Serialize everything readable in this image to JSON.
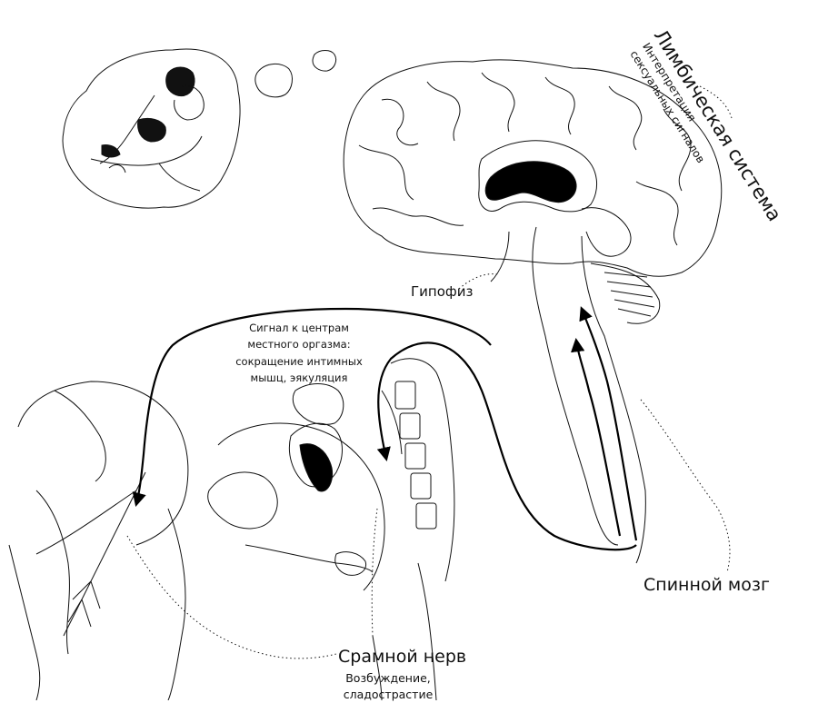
{
  "labels": {
    "limbic_title": "Лимбическая система",
    "limbic_line1": "Интерпретация",
    "limbic_line2": "сексуальных сигналов",
    "pituitary": "Гипофиз",
    "signal_line1": "Сигнал к центрам",
    "signal_line2": "местного оргазма:",
    "signal_line3": "сокращение интимных",
    "signal_line4": "мышц, эякуляция",
    "spinal_cord": "Спинной мозг",
    "pudendal_nerve": "Срамной нерв",
    "pudendal_line1": "Возбуждение,",
    "pudendal_line2": "сладострастие"
  },
  "colors": {
    "ink": "#111111",
    "background": "#ffffff",
    "nerve_path": "#000000"
  }
}
